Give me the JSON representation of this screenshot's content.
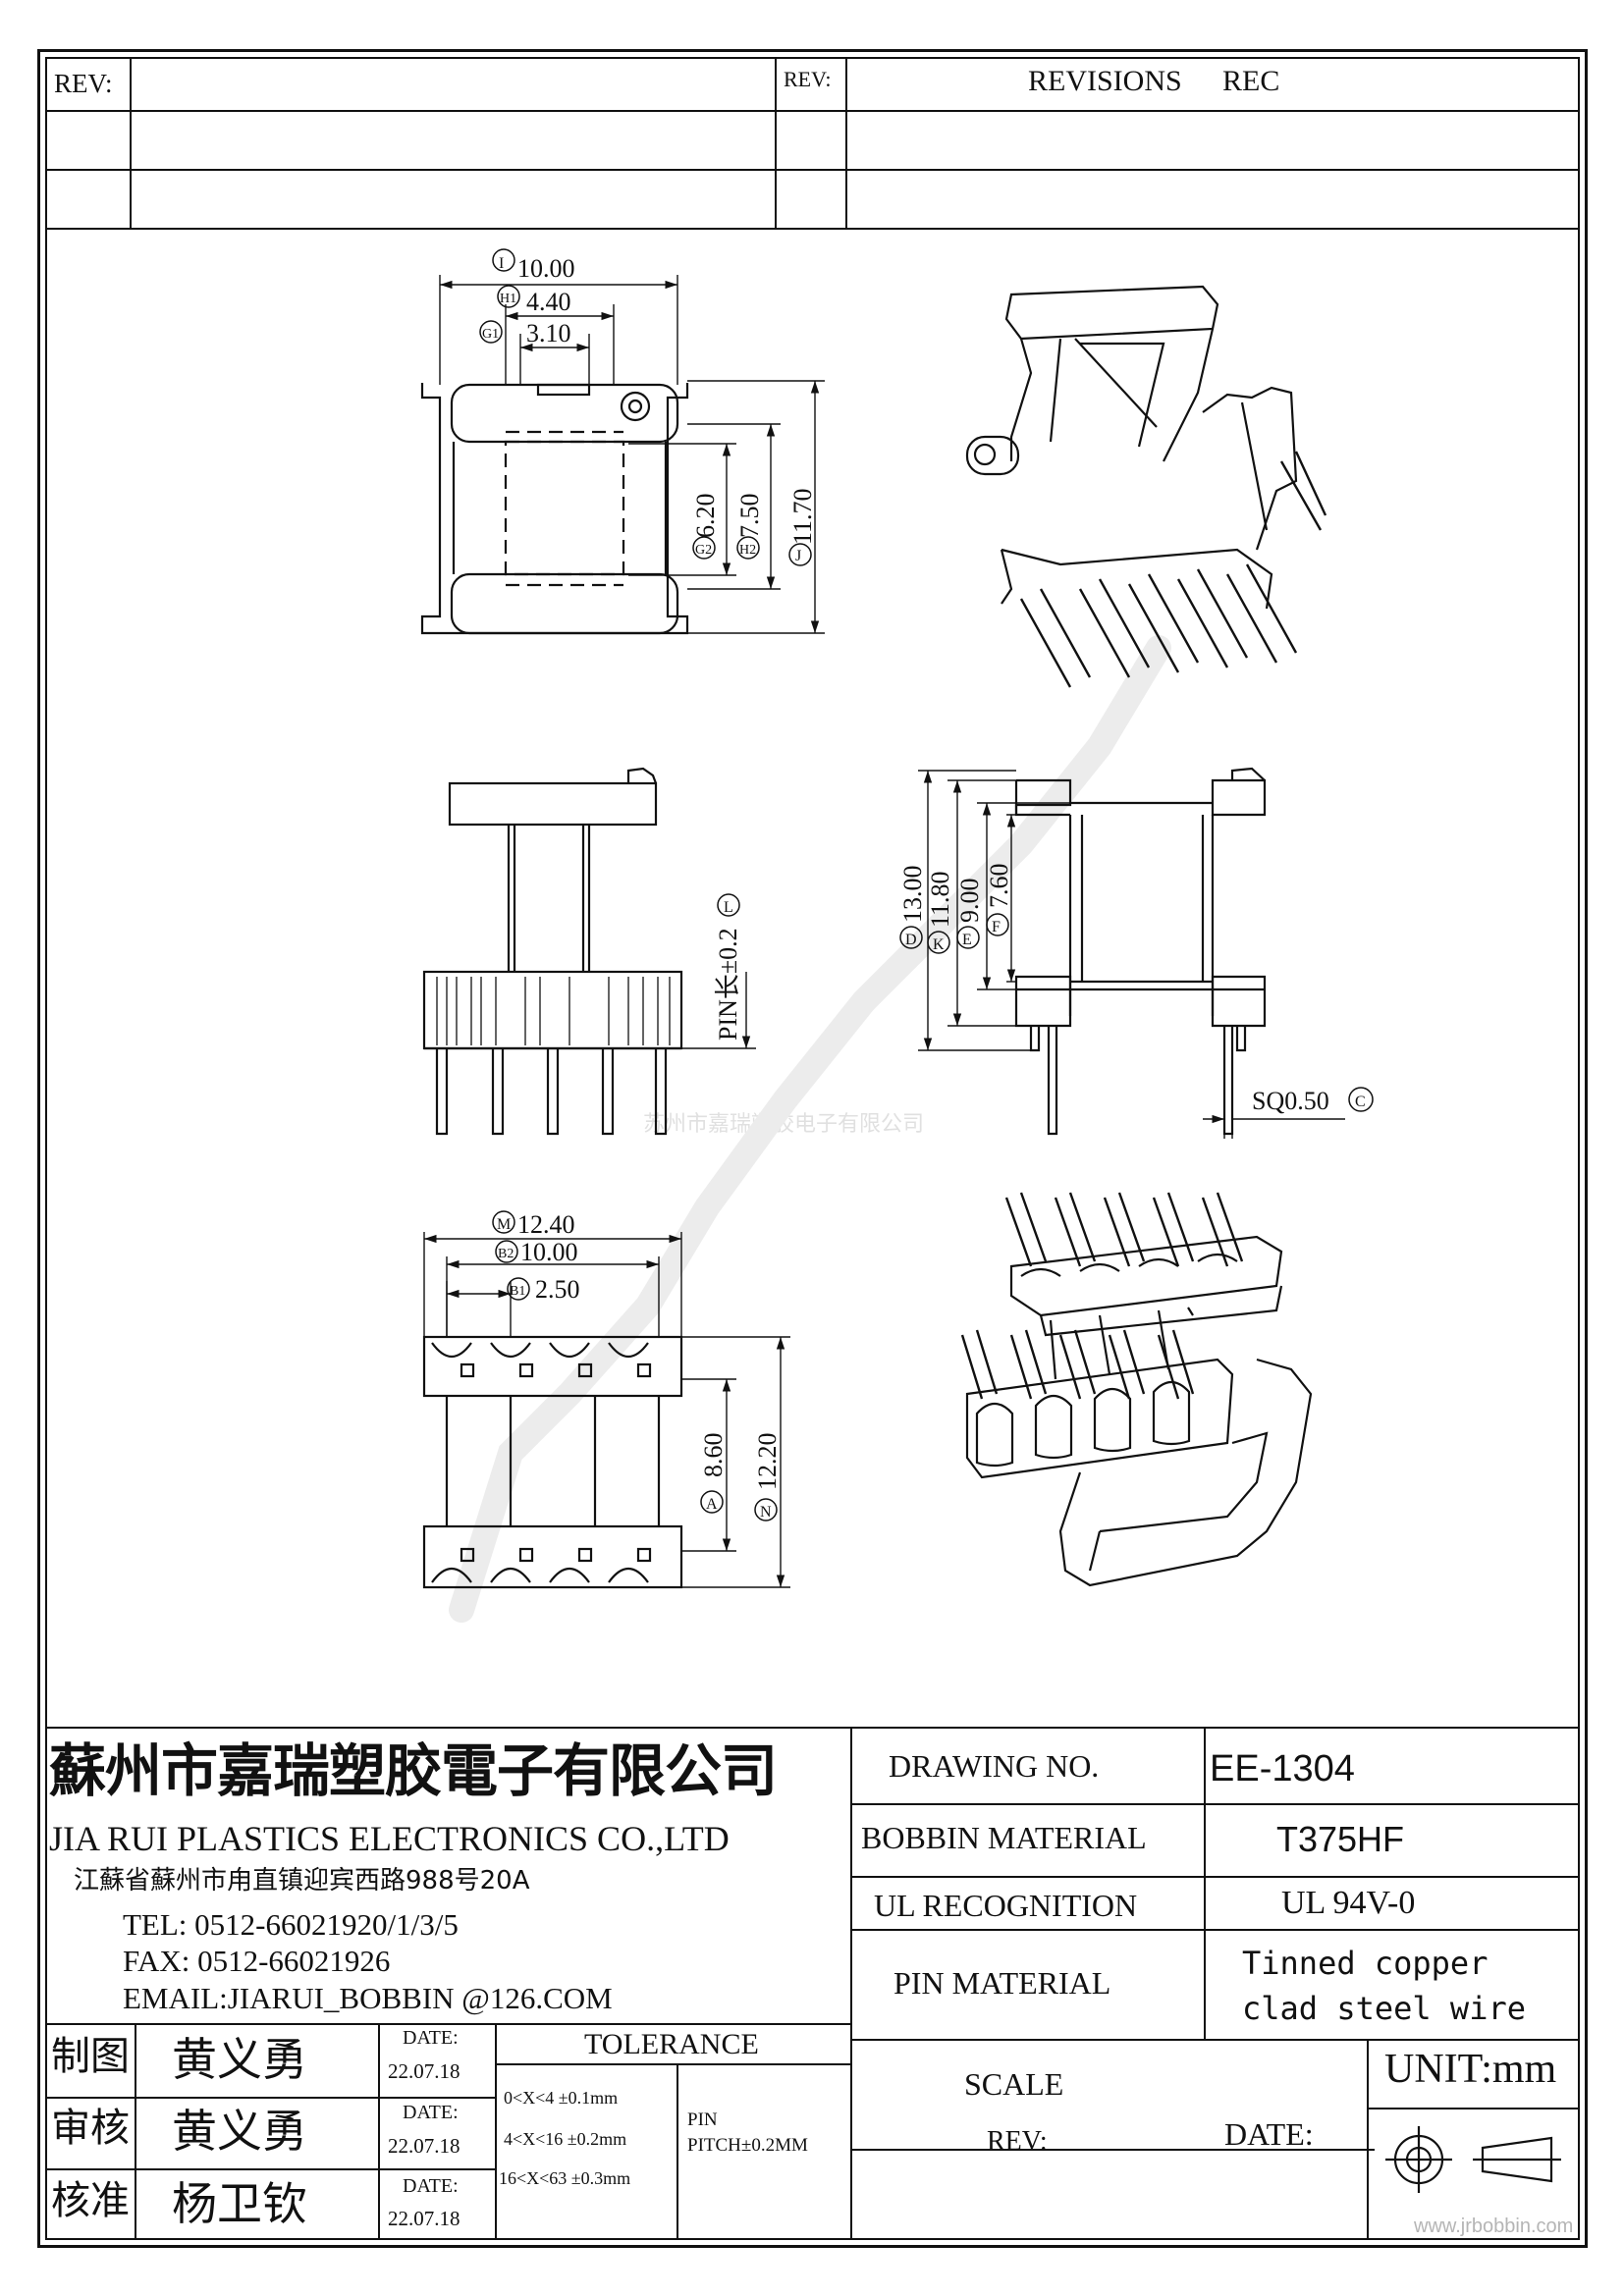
{
  "revision_header": {
    "rev_label_left": "REV:",
    "rev_label_right": "REV:",
    "revisions_label": "REVISIONS",
    "rec_label": "REC"
  },
  "views": {
    "top_view": {
      "dim_I": {
        "tag": "I",
        "value": "10.00"
      },
      "dim_H1": {
        "tag": "H1",
        "value": "4.40"
      },
      "dim_G1": {
        "tag": "G1",
        "value": "3.10"
      },
      "dim_G2": {
        "tag": "G2",
        "value": "6.20"
      },
      "dim_H2": {
        "tag": "H2",
        "value": "7.50"
      },
      "dim_J": {
        "tag": "J",
        "value": "11.70"
      }
    },
    "front_view": {
      "dim_L": {
        "tag": "L",
        "value": "PIN长±0.2"
      }
    },
    "side_view": {
      "dim_D": {
        "tag": "D",
        "value": "13.00"
      },
      "dim_K": {
        "tag": "K",
        "value": "11.80"
      },
      "dim_E": {
        "tag": "E",
        "value": "9.00"
      },
      "dim_F": {
        "tag": "F",
        "value": "7.60"
      },
      "dim_C": {
        "tag": "C",
        "value": "SQ0.50"
      }
    },
    "bottom_view": {
      "dim_M": {
        "tag": "M",
        "value": "12.40"
      },
      "dim_B2": {
        "tag": "B2",
        "value": "10.00"
      },
      "dim_B1": {
        "tag": "B1",
        "value": "2.50"
      },
      "dim_A": {
        "tag": "A",
        "value": "8.60"
      },
      "dim_N": {
        "tag": "N",
        "value": "12.20"
      }
    },
    "watermark_text": "苏州市嘉瑞塑胶电子有限公司"
  },
  "title_block": {
    "company_cn": "蘇州市嘉瑞塑胶電子有限公司",
    "company_en": "JIA RUI PLASTICS ELECTRONICS CO.,LTD",
    "address": "江蘇省蘇州市甪直镇迎宾西路988号20A",
    "tel": "TEL: 0512-66021920/1/3/5",
    "fax": "FAX: 0512-66021926",
    "email": "EMAIL:JIARUI_BOBBIN @126.COM",
    "drawing_no_label": "DRAWING  NO.",
    "drawing_no_value": "EE-1304",
    "bobbin_material_label": "BOBBIN  MATERIAL",
    "bobbin_material_value": "T375HF",
    "ul_label": "UL RECOGNITION",
    "ul_value": "UL 94V-0",
    "pin_material_label": "PIN MATERIAL",
    "pin_material_value_1": "Tinned copper",
    "pin_material_value_2": "clad steel wire",
    "scale_label": "SCALE",
    "unit_label": "UNIT:mm",
    "rev_label": "REV:",
    "date_label": "DATE:",
    "tolerance_label": "TOLERANCE",
    "tol_1": "0<X<4  ±0.1mm",
    "tol_2": "4<X<16 ±0.2mm",
    "tol_3": "16<X<63 ±0.3mm",
    "pin_pitch_1": "PIN",
    "pin_pitch_2": "PITCH±0.2MM",
    "approvals": [
      {
        "role": "制图",
        "name": "黄义勇",
        "date_label": "DATE:",
        "date": "22.07.18"
      },
      {
        "role": "审核",
        "name": "黄义勇",
        "date_label": "DATE:",
        "date": "22.07.18"
      },
      {
        "role": "核准",
        "name": "杨卫钦",
        "date_label": "DATE:",
        "date": "22.07.18"
      }
    ]
  },
  "footer_watermark": "www.jrbobbin.com"
}
